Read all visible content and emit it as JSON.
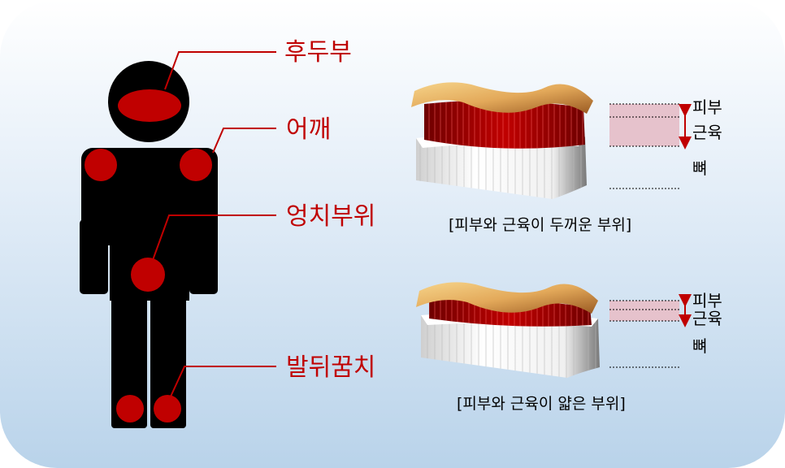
{
  "labels": {
    "occiput": "후두부",
    "shoulder": "어깨",
    "buttocks": "엉치부위",
    "heel": "발뒤꿈치"
  },
  "thick_section": {
    "skin": "피부",
    "muscle": "근육",
    "bone": "뼈",
    "caption": "[피부와 근육이 두꺼운 부위]"
  },
  "thin_section": {
    "skin": "피부",
    "muscle": "근육",
    "bone": "뼈",
    "caption": "[피부와 근육이 얇은 부위]"
  },
  "colors": {
    "pressure_point": "#c00000",
    "label": "#c00000",
    "body": "#000000",
    "layer_band": "#e6c2cc"
  }
}
